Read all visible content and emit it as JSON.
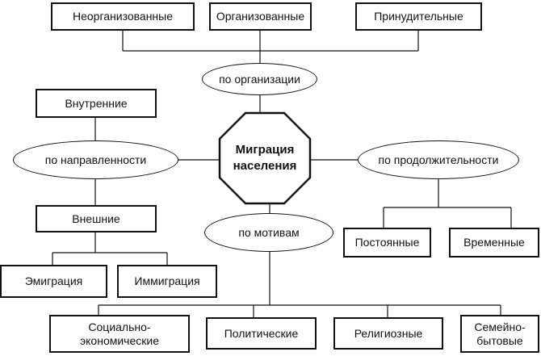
{
  "center": {
    "label": "Миграция\nнаселения"
  },
  "groups": {
    "organization": {
      "label": "по организации",
      "items": [
        "Неорганизованные",
        "Организованные",
        "Принудительные"
      ]
    },
    "direction": {
      "label": "по направленности",
      "items": [
        "Внутренние",
        "Внешние"
      ],
      "sub_items": [
        "Эмиграция",
        "Иммиграция"
      ]
    },
    "duration": {
      "label": "по продолжительности",
      "items": [
        "Постоянные",
        "Временные"
      ]
    },
    "motives": {
      "label": "по мотивам",
      "items": [
        "Социально-\nэкономические",
        "Политические",
        "Религиозные",
        "Семейно-\nбытовые"
      ]
    }
  },
  "colors": {
    "stroke": "#111111",
    "background": "#ffffff"
  }
}
